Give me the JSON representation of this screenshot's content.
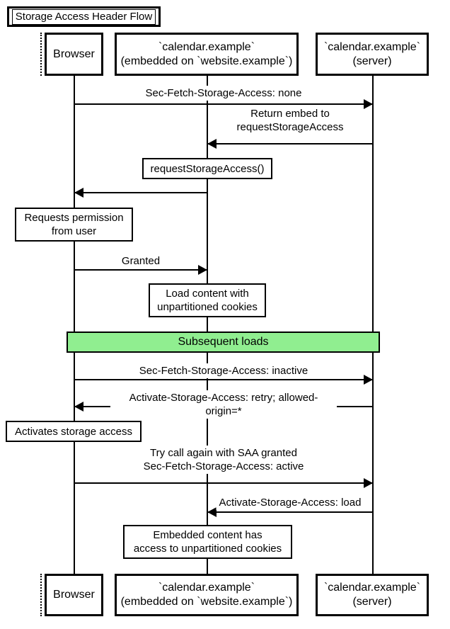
{
  "title": "Storage Access Header Flow",
  "participants": {
    "browser": {
      "label": "Browser"
    },
    "embed": {
      "label": "`calendar.example`\n(embedded on `website.example`)"
    },
    "server": {
      "label": "`calendar.example`\n(server)"
    }
  },
  "band": {
    "label": "Subsequent loads",
    "fill": "#90ee90"
  },
  "messages": [
    {
      "text": "Sec-Fetch-Storage-Access: none",
      "from": "browser",
      "to": "server"
    },
    {
      "text": "Return embed to\nrequestStorageAccess",
      "from": "server",
      "to": "embed"
    },
    {
      "text": "",
      "from": "embed",
      "to": "browser"
    },
    {
      "text": "Granted",
      "from": "browser",
      "to": "embed"
    },
    {
      "text": "Sec-Fetch-Storage-Access: inactive",
      "from": "browser",
      "to": "server"
    },
    {
      "text": "Activate-Storage-Access: retry; allowed-origin=*",
      "from": "server",
      "to": "browser"
    },
    {
      "text": "Try call again with SAA granted\nSec-Fetch-Storage-Access: active",
      "from": "browser",
      "to": "server"
    },
    {
      "text": "Activate-Storage-Access: load",
      "from": "server",
      "to": "embed"
    }
  ],
  "notes": [
    {
      "text": "requestStorageAccess()",
      "on": "embed"
    },
    {
      "text": "Requests permission\nfrom user",
      "on": "browser"
    },
    {
      "text": "Load content with\nunpartitioned cookies",
      "on": "embed"
    },
    {
      "text": "Activates storage access",
      "on": "browser"
    },
    {
      "text": "Embedded content has\naccess to unpartitioned cookies",
      "on": "embed"
    }
  ],
  "colors": {
    "line": "#000000",
    "background": "#ffffff",
    "label_background": "#ffffff",
    "band_fill": "#90ee90"
  }
}
